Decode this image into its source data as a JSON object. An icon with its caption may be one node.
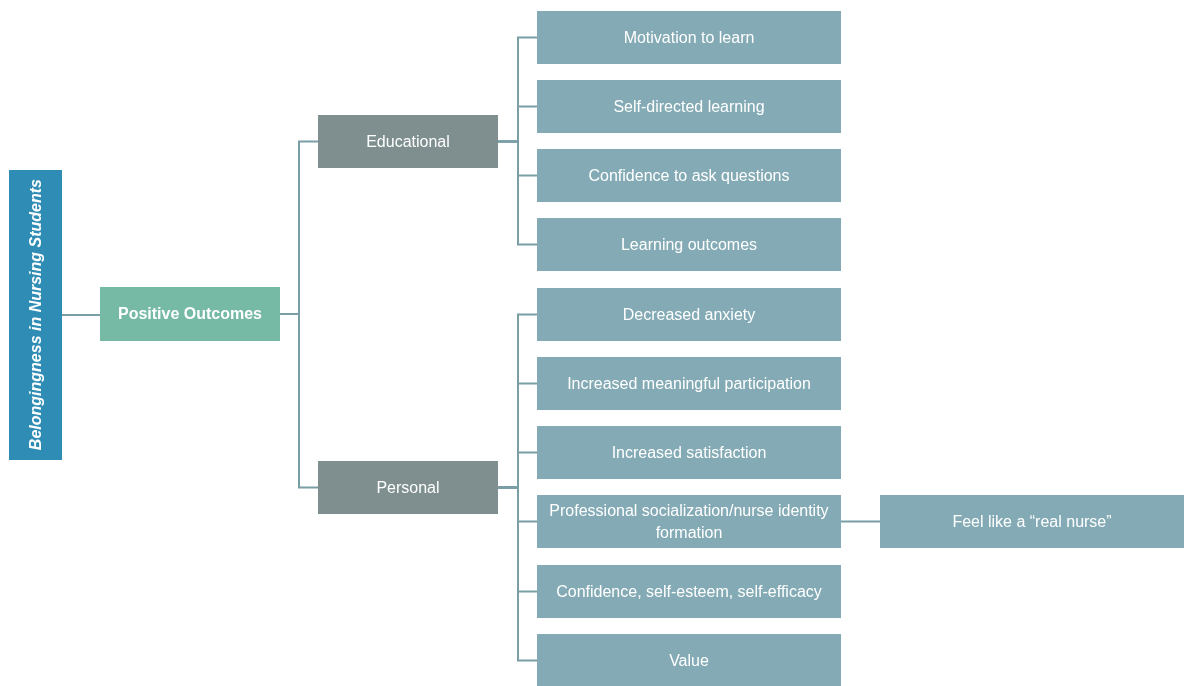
{
  "diagram": {
    "nodes": [
      {
        "text": [
          "Belongingness in Nursing Students"
        ]
      },
      {
        "text": [
          "Positive Outcomes"
        ]
      },
      {
        "text": [
          "Educational"
        ]
      },
      {
        "text": [
          "Personal"
        ]
      },
      {
        "text": [
          "Motivation to learn"
        ]
      },
      {
        "text": [
          "Self-directed learning"
        ]
      },
      {
        "text": [
          "Confidence to ask questions"
        ]
      },
      {
        "text": [
          "Learning outcomes"
        ]
      },
      {
        "text": [
          "Decreased anxiety"
        ]
      },
      {
        "text": [
          "Increased meaningful participation"
        ]
      },
      {
        "text": [
          "Increased satisfaction"
        ]
      },
      {
        "text": [
          "Professional socialization/nurse identity formation"
        ]
      },
      {
        "text": [
          "Confidence, self-esteem, self-efficacy"
        ]
      },
      {
        "text": [
          "Value"
        ]
      },
      {
        "text": [
          "Feel like a “real nurse”"
        ]
      }
    ],
    "edges": [
      {
        "from": 0,
        "to": 1,
        "arrow": "none"
      },
      {
        "from": 1,
        "to": 2,
        "arrow": "none"
      },
      {
        "from": 1,
        "to": 3,
        "arrow": "none"
      },
      {
        "from": 2,
        "to": 4,
        "arrow": "none"
      },
      {
        "from": 2,
        "to": 5,
        "arrow": "none"
      },
      {
        "from": 2,
        "to": 6,
        "arrow": "none"
      },
      {
        "from": 2,
        "to": 7,
        "arrow": "none"
      },
      {
        "from": 3,
        "to": 8,
        "arrow": "none"
      },
      {
        "from": 3,
        "to": 9,
        "arrow": "none"
      },
      {
        "from": 3,
        "to": 10,
        "arrow": "none"
      },
      {
        "from": 3,
        "to": 11,
        "arrow": "none"
      },
      {
        "from": 3,
        "to": 12,
        "arrow": "none"
      },
      {
        "from": 3,
        "to": 13,
        "arrow": "none"
      },
      {
        "from": 11,
        "to": 14,
        "arrow": "none"
      }
    ]
  }
}
